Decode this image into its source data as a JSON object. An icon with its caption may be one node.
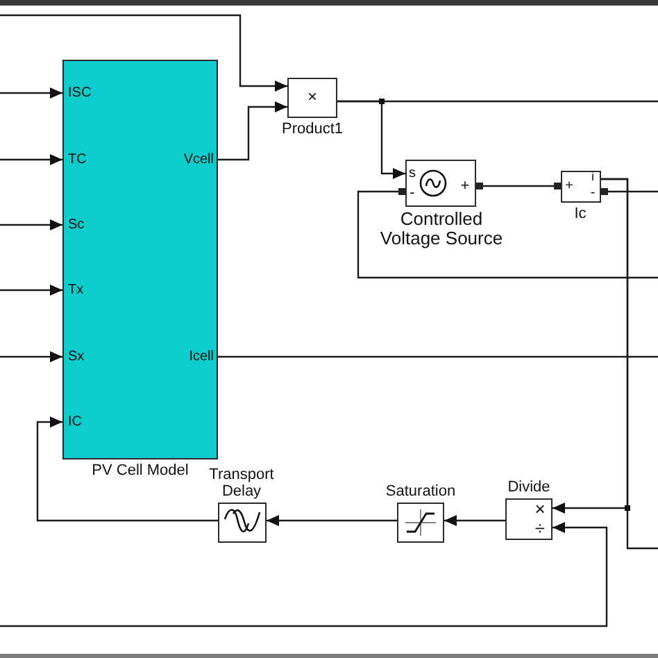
{
  "diagram": {
    "nodes": [
      {
        "text": [
          "ISC",
          "TC",
          "Vcell",
          "Sc",
          "Tx",
          "Sx",
          "Icell",
          "IC",
          "PV Cell Model"
        ]
      },
      {
        "text": [
          "×",
          "Product1"
        ]
      },
      {
        "text": [
          "s",
          "+",
          "-",
          "Controlled Voltage Source"
        ]
      },
      {
        "text": [
          "i",
          "+",
          "-",
          "Ic"
        ]
      },
      {
        "text": [
          "Transport Delay"
        ]
      },
      {
        "text": [
          "Saturation"
        ]
      },
      {
        "text": [
          "Divide",
          "×",
          "÷"
        ]
      }
    ],
    "edges": [
      {
        "from": null,
        "to": 0,
        "arrow": "to"
      },
      {
        "from": null,
        "to": 0,
        "arrow": "to"
      },
      {
        "from": null,
        "to": 0,
        "arrow": "to"
      },
      {
        "from": null,
        "to": 0,
        "arrow": "to"
      },
      {
        "from": null,
        "to": 0,
        "arrow": "to"
      },
      {
        "from": null,
        "to": 1,
        "arrow": "to"
      },
      {
        "from": 0,
        "to": 1,
        "arrow": "to"
      },
      {
        "from": 1,
        "to": 2,
        "arrow": "to"
      },
      {
        "from": 1,
        "to": null,
        "arrow": "none"
      },
      {
        "from": 2,
        "to": 3,
        "arrow": "other"
      },
      {
        "from": 2,
        "to": null,
        "arrow": "other"
      },
      {
        "from": 3,
        "to": 6,
        "arrow": "to"
      },
      {
        "from": 3,
        "to": null,
        "arrow": "none"
      },
      {
        "from": 3,
        "to": null,
        "arrow": "other"
      },
      {
        "from": 0,
        "to": null,
        "arrow": "none"
      },
      {
        "from": null,
        "to": 6,
        "arrow": "to"
      },
      {
        "from": 6,
        "to": 5,
        "arrow": "to"
      },
      {
        "from": 5,
        "to": 4,
        "arrow": "to"
      },
      {
        "from": 4,
        "to": 0,
        "arrow": "to"
      }
    ]
  }
}
